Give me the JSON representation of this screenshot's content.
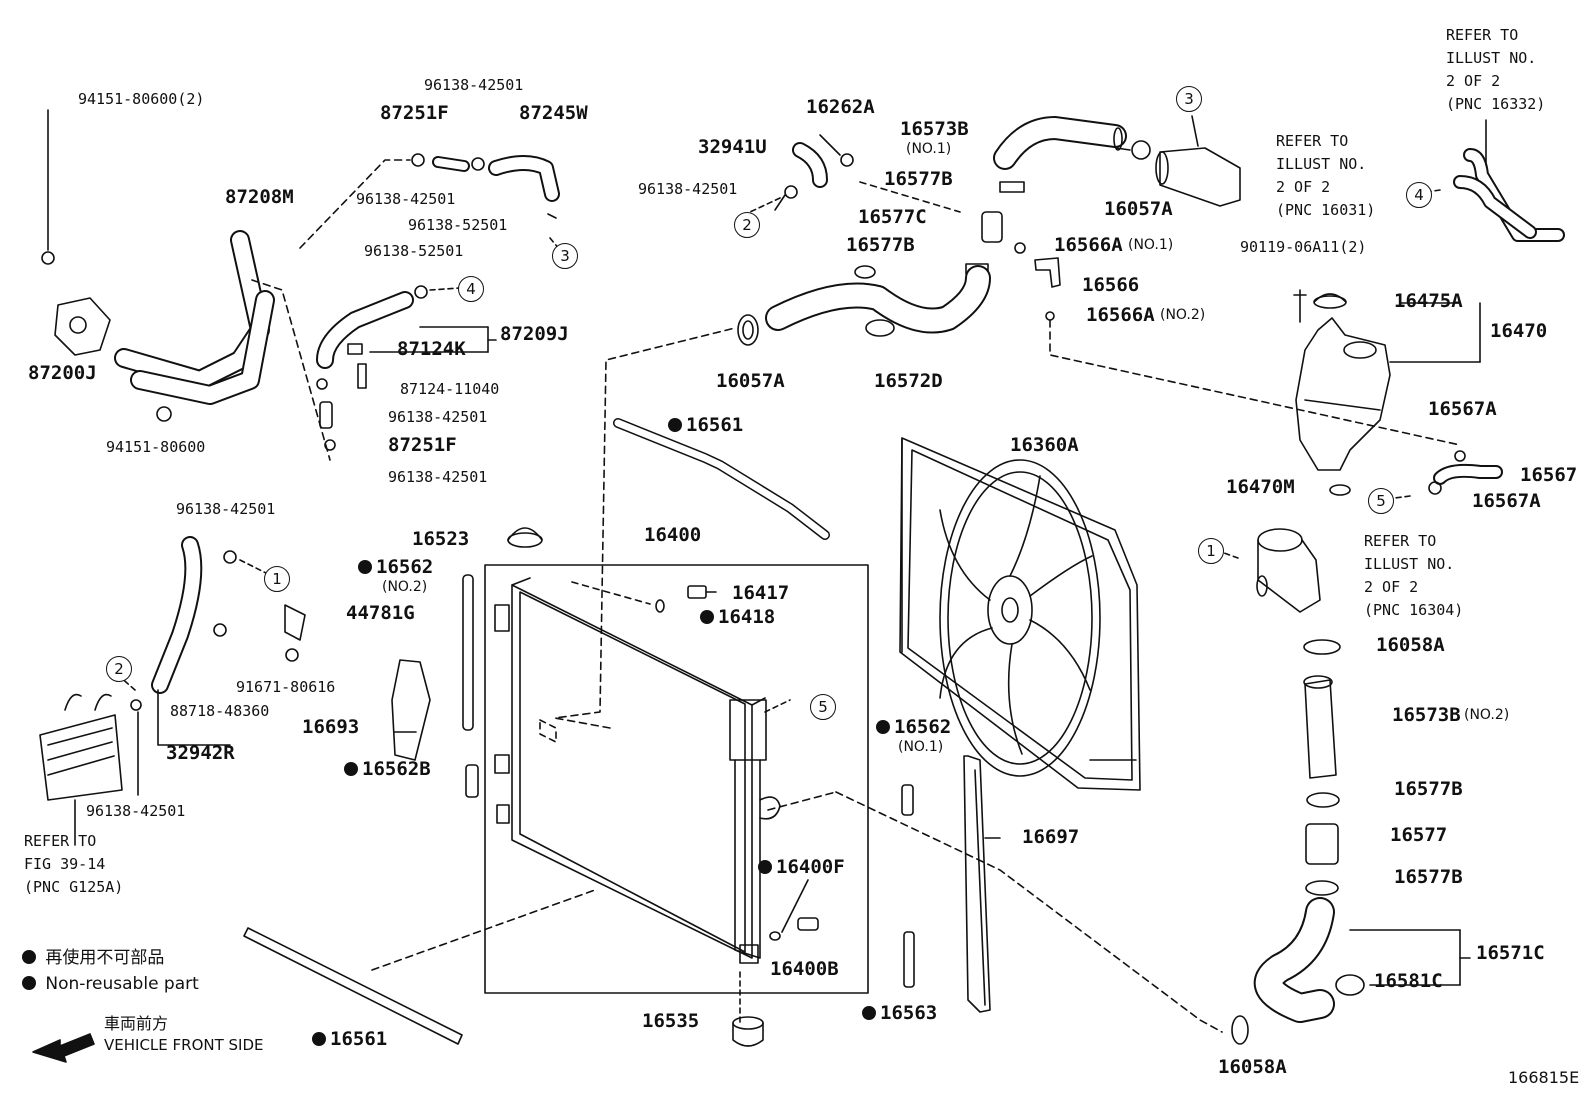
{
  "diagram_code": "166815E",
  "legend": {
    "jp": "再使用不可部品",
    "en": "Non-reusable part",
    "front_jp": "車両前方",
    "front_en": "VEHICLE FRONT SIDE"
  },
  "notes": {
    "refer_16332": [
      "REFER TO",
      "ILLUST NO.",
      "2 OF 2",
      "(PNC 16332)"
    ],
    "refer_16031": [
      "REFER TO",
      "ILLUST NO.",
      "2 OF 2",
      "(PNC 16031)"
    ],
    "refer_16304": [
      "REFER TO",
      "ILLUST NO.",
      "2 OF 2",
      "(PNC 16304)"
    ],
    "refer_fig": [
      "REFER TO",
      "FIG 39-14",
      "(PNC G125A)"
    ]
  },
  "callouts": [
    "1",
    "2",
    "3",
    "4",
    "5"
  ],
  "parts": {
    "p94151_80600_2": "94151-80600(2)",
    "p96138_42501_a": "96138-42501",
    "p87251F_a": "87251F",
    "p87245W": "87245W",
    "p96138_42501_b": "96138-42501",
    "p87208M": "87208M",
    "p96138_52501_a": "96138-52501",
    "p96138_52501_b": "96138-52501",
    "p87209J": "87209J",
    "p87124K": "87124K",
    "p87124_11040": "87124-11040",
    "p96138_42501_c": "96138-42501",
    "p87251F_b": "87251F",
    "p96138_42501_d": "96138-42501",
    "p87200J": "87200J",
    "p94151_80600": "94151-80600",
    "p16262A": "16262A",
    "p32941U": "32941U",
    "p96138_42501_e": "96138-42501",
    "p16573B_1": "16573B",
    "p16573B_1_sub": "(NO.1)",
    "p16577B_a": "16577B",
    "p16577C": "16577C",
    "p16577B_b": "16577B",
    "p16057A_a": "16057A",
    "p16566A_1": "16566A",
    "p16566A_1_sub": "(NO.1)",
    "p16566": "16566",
    "p16566A_2": "16566A",
    "p16566A_2_sub": "(NO.2)",
    "p16057A_b": "16057A",
    "p16572D": "16572D",
    "p90119": "90119-06A11(2)",
    "p16475A": "16475A",
    "p16470": "16470",
    "p16567A_a": "16567A",
    "p16567": "16567",
    "p16470M": "16470M",
    "p16567A_b": "16567A",
    "p16561_a": "16561",
    "p16360A": "16360A",
    "p96138_42501_f": "96138-42501",
    "p16523": "16523",
    "p16400": "16400",
    "p16562_2": "16562",
    "p16562_2_sub": "(NO.2)",
    "p44781G": "44781G",
    "p16417": "16417",
    "p16418": "16418",
    "p91671_80616": "91671-80616",
    "p88718_48360": "88718-48360",
    "p16693": "16693",
    "p32942R": "32942R",
    "p16562B": "16562B",
    "p16562_1": "16562",
    "p16562_1_sub": "(NO.1)",
    "p96138_42501_g": "96138-42501",
    "p16697": "16697",
    "p16400F": "16400F",
    "p16400B": "16400B",
    "p16535": "16535",
    "p16563": "16563",
    "p16561_b": "16561",
    "p16058A_a": "16058A",
    "p16573B_2": "16573B",
    "p16573B_2_sub": "(NO.2)",
    "p16577B_c": "16577B",
    "p16577": "16577",
    "p16577B_d": "16577B",
    "p16571C": "16571C",
    "p16581C": "16581C",
    "p16058A_b": "16058A"
  }
}
